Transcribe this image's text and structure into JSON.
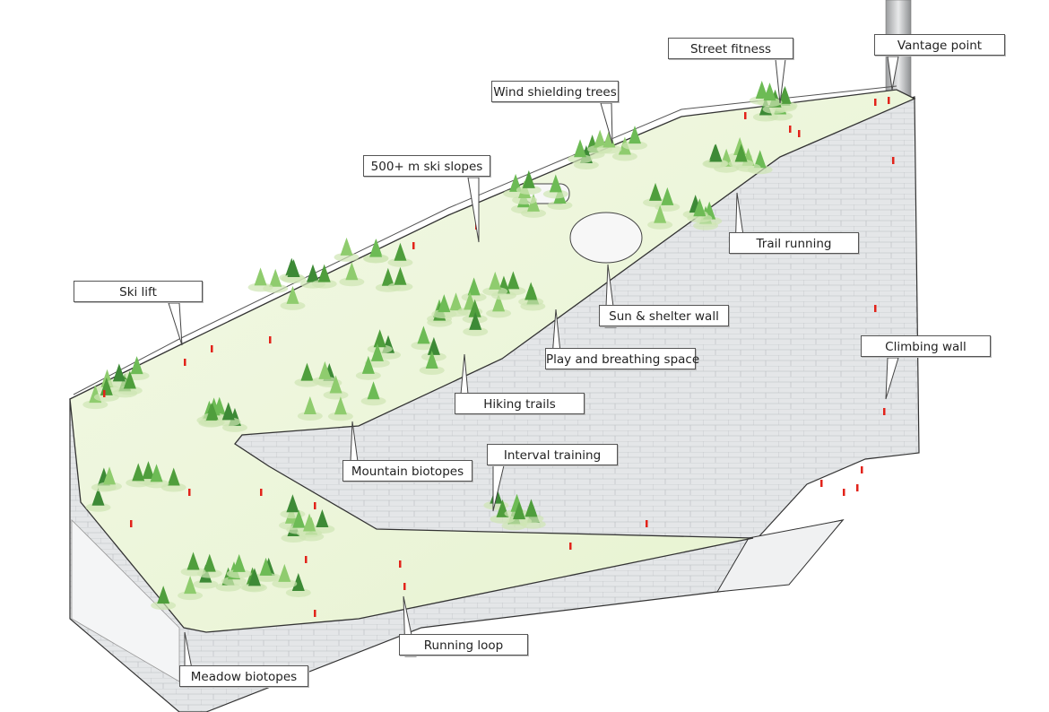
{
  "title": "Ski slope rooftop diagram",
  "colors": {
    "slope": "#eef7dc",
    "facade": "#e3e5e7",
    "tree": "#5fae4a",
    "person": "#e2231a",
    "outline": "#333333"
  },
  "labels": {
    "street_fitness": "Street fitness",
    "vantage_point": "Vantage point",
    "wind_shielding_trees": "Wind shielding trees",
    "ski_slopes": "500+ m ski slopes",
    "ski_lift": "Ski lift",
    "trail_running": "Trail running",
    "sun_shelter_wall": "Sun & shelter wall",
    "play_breathing_space": "Play and breathing space",
    "climbing_wall": "Climbing wall",
    "hiking_trails": "Hiking trails",
    "mountain_biotopes": "Mountain biotopes",
    "interval_training": "Interval training",
    "running_loop": "Running loop",
    "meadow_biotopes": "Meadow biotopes"
  }
}
